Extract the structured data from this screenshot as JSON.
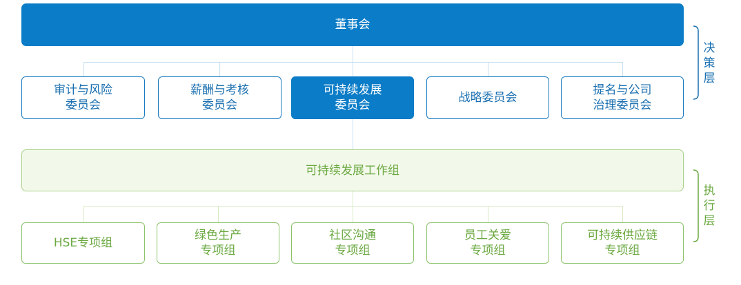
{
  "board": {
    "label": "董事会"
  },
  "committees": [
    {
      "label": "审计与风险\n委员会"
    },
    {
      "label": "薪酬与考核\n委员会"
    },
    {
      "label": "可持续发展\n委员会",
      "highlight": true
    },
    {
      "label": "战略委员会"
    },
    {
      "label": "提名与公司\n治理委员会"
    }
  ],
  "working_group": {
    "label": "可持续发展工作组"
  },
  "task_groups": [
    {
      "label": "HSE专项组"
    },
    {
      "label": "绿色生产\n专项组"
    },
    {
      "label": "社区沟通\n专项组"
    },
    {
      "label": "员工关爱\n专项组"
    },
    {
      "label": "可持续供应链\n专项组"
    }
  ],
  "layers": {
    "decision": "决\n策\n层",
    "execution": "执\n行\n层"
  },
  "colors": {
    "primary_blue": "#0b7cc7",
    "outline_blue": "#1a7ac0",
    "green": "#6aa840",
    "green_fill": "#f3f9ea"
  }
}
